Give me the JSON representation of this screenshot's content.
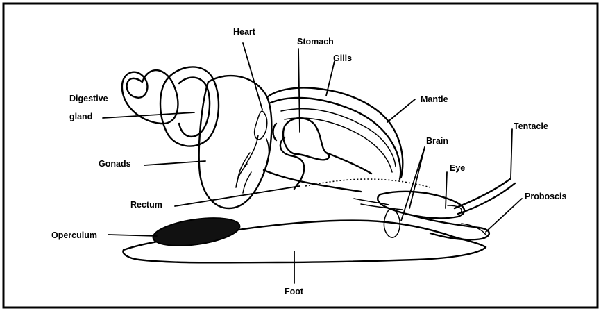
{
  "diagram": {
    "labels": {
      "heart": "Heart",
      "stomach": "Stomach",
      "gills": "Gills",
      "mantle": "Mantle",
      "digestive_gland_line1": "Digestive",
      "digestive_gland_line2": "gland",
      "tentacle": "Tentacle",
      "brain": "Brain",
      "eye": "Eye",
      "gonads": "Gonads",
      "proboscis": "Proboscis",
      "rectum": "Rectum",
      "operculum": "Operculum",
      "foot": "Foot"
    },
    "colors": {
      "ink": "#000000",
      "paper": "#ffffff",
      "operculum_fill": "#111111"
    }
  }
}
